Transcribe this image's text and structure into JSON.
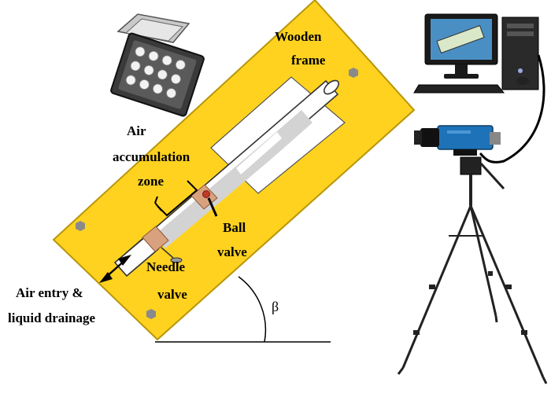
{
  "labels": {
    "wooden_frame_1": "Wooden",
    "wooden_frame_2": "frame",
    "air_zone_1": "Air",
    "air_zone_2": "accumulation",
    "air_zone_3": "zone",
    "ball_valve_1": "Ball",
    "ball_valve_2": "valve",
    "needle_valve_1": "Needle",
    "needle_valve_2": "valve",
    "air_entry_1": "Air entry &",
    "air_entry_2": "liquid drainage",
    "angle": "β"
  },
  "colors": {
    "frame": "#FFD21F",
    "frame_edge": "#B8960A",
    "pipe_fill": "#D3D3D3",
    "pipe_edge": "#333333",
    "valve": "#D9A27F",
    "valve_red": "#C0392B",
    "camera": "#1E73B8",
    "tripod": "#222222",
    "monitor": "#1A1A1A",
    "screen": "#4A8FC4"
  },
  "icons": [
    "led-floodlight-icon",
    "computer-icon",
    "camera-icon",
    "tripod-icon"
  ]
}
